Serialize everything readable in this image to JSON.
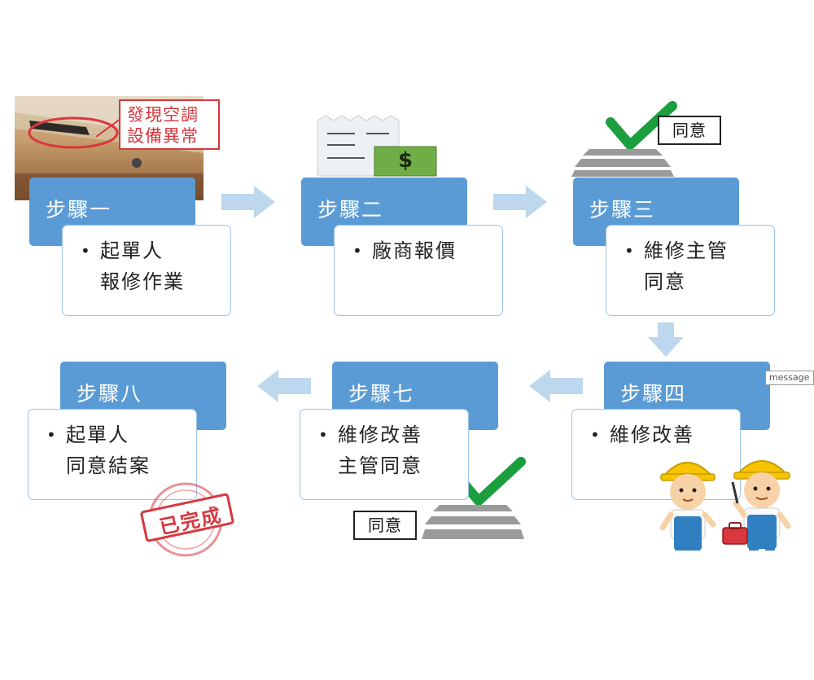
{
  "steps": [
    {
      "title": "步驟一",
      "lines": [
        "起單人",
        "報修作業"
      ]
    },
    {
      "title": "步驟二",
      "lines": [
        "廠商報價",
        ""
      ]
    },
    {
      "title": "步驟三",
      "lines": [
        "維修主管",
        "同意"
      ]
    },
    {
      "title": "步驟四",
      "lines": [
        "維修改善",
        ""
      ]
    },
    {
      "title": "步驟七",
      "lines": [
        "維修改善",
        "主管同意"
      ]
    },
    {
      "title": "步驟八",
      "lines": [
        "起單人",
        "同意結案"
      ]
    }
  ],
  "photo": {
    "label_line1": "發現空調",
    "label_line2": "設備異常"
  },
  "quote_icon": {
    "symbol": "$"
  },
  "approval_top": {
    "label": "同意"
  },
  "approval_bottom": {
    "label": "同意"
  },
  "stamp": {
    "text": "已完成"
  },
  "message_tag": "message",
  "bullet": "•",
  "colors": {
    "step_header": "#5b9bd5",
    "step_border": "#9dc3e6",
    "arrow": "#bdd7ee",
    "check": "#1b9e3e",
    "stamp": "#d9363e"
  }
}
